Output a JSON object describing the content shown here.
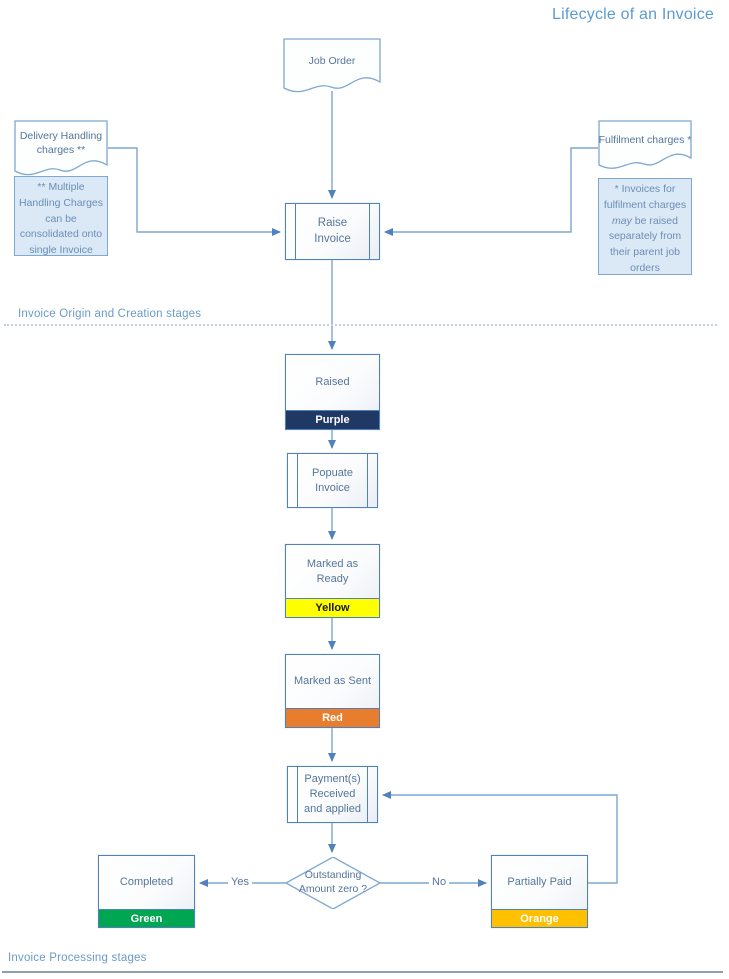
{
  "title": "Lifecycle of an Invoice",
  "sections": {
    "creation": "Invoice Origin and Creation stages",
    "processing": "Invoice Processing stages"
  },
  "nodes": {
    "job_order": {
      "label": "Job Order"
    },
    "delivery_doc": {
      "label": "Delivery Handling charges **"
    },
    "delivery_note": {
      "text": "** Multiple Handling Charges can be consolidated onto single Invoice"
    },
    "fulfilment_doc": {
      "label": "Fulfilment charges *"
    },
    "fulfilment_note": {
      "pre": "* Invoices for fulfilment charges ",
      "italic": "may",
      "post": " be raised separately from their parent job orders"
    },
    "raise_invoice": {
      "label": "Raise Invoice"
    },
    "raised": {
      "label": "Raised",
      "status": "Purple"
    },
    "populate_invoice": {
      "label": "Popuate Invoice"
    },
    "marked_ready": {
      "label": "Marked as Ready",
      "status": "Yellow"
    },
    "marked_sent": {
      "label": "Marked as Sent",
      "status": "Red"
    },
    "payment": {
      "label": "Payment(s) Received and applied"
    },
    "decision": {
      "label": "Outstanding Amount zero ?"
    },
    "completed": {
      "label": "Completed",
      "status": "Green"
    },
    "partially_paid": {
      "label": "Partially Paid",
      "status": "Orange"
    }
  },
  "edges": {
    "yes": "Yes",
    "no": "No"
  },
  "colors": {
    "purple_bar": "#1f3864",
    "yellow_bar": "#ffff00",
    "red_bar": "#e87d2e",
    "green_bar": "#00a651",
    "orange_bar": "#fec000",
    "accent": "#5b9bd5"
  }
}
